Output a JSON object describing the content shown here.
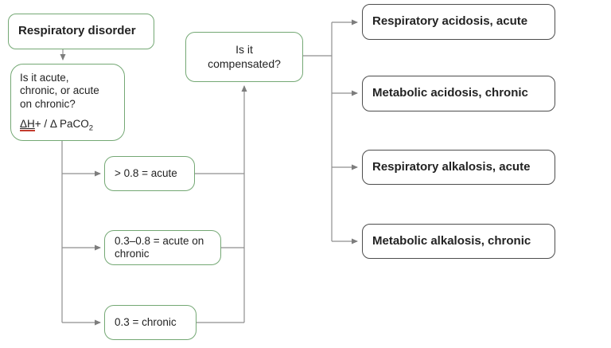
{
  "colors": {
    "green_border": "#74a874",
    "outcome_border": "#4d4d4d",
    "connector_gray": "#8f8f8f",
    "text": "#232323",
    "red_underline": "#c43c2e",
    "background": "#ffffff"
  },
  "flowchart": {
    "start": {
      "label": "Respiratory disorder"
    },
    "question": {
      "line1": "Is it acute,",
      "line2": "chronic, or acute",
      "line3": "on chronic?",
      "formula": {
        "underlined": "ΔH",
        "plus": "+",
        "rest": " / Δ PaCO",
        "sub": "2"
      }
    },
    "compensated": {
      "line1": "Is it",
      "line2": "compensated?"
    },
    "ratios": [
      {
        "label": "> 0.8 = acute"
      },
      {
        "label": "0.3–0.8 = acute on chronic"
      },
      {
        "label": "0.3 = chronic"
      }
    ],
    "outcomes": [
      {
        "label": "Respiratory acidosis, acute"
      },
      {
        "label": "Metabolic acidosis, chronic"
      },
      {
        "label": "Respiratory alkalosis, acute"
      },
      {
        "label": "Metabolic alkalosis, chronic"
      }
    ]
  }
}
